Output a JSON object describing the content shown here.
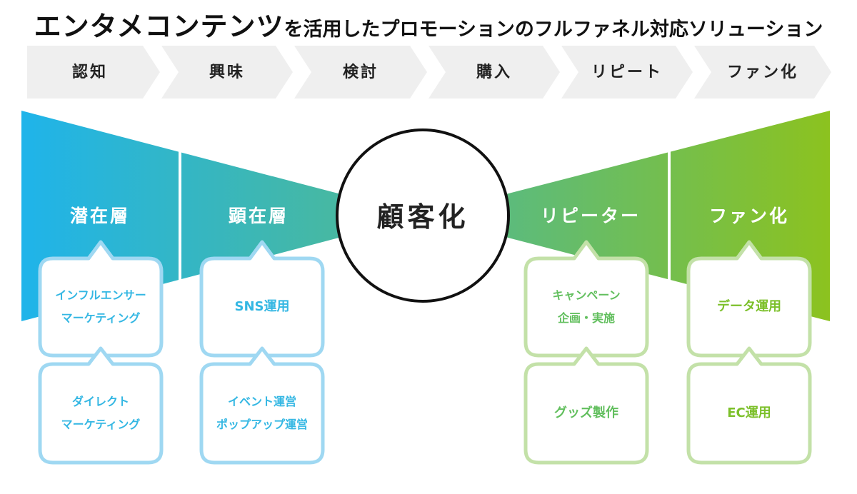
{
  "title": {
    "main": "エンタメコンテンツ",
    "rest": "を活用したプロモーションのフルファネル対応ソリューション"
  },
  "stages": [
    "認知",
    "興味",
    "検討",
    "購入",
    "リピート",
    "ファン化"
  ],
  "funnel": {
    "segments": [
      "潜在層",
      "顕在層",
      "リピーター",
      "ファン化"
    ],
    "center": "顧客化"
  },
  "solutions": {
    "latent": [
      {
        "lines": [
          "インフルエンサー",
          "マーケティング"
        ]
      },
      {
        "lines": [
          "ダイレクト",
          "マーケティング"
        ]
      }
    ],
    "manifest": [
      {
        "lines": [
          "SNS運用"
        ]
      },
      {
        "lines": [
          "イベント運営",
          "ポップアップ運営"
        ]
      }
    ],
    "repeater": [
      {
        "lines": [
          "キャンペーン",
          "企画・実施"
        ]
      },
      {
        "lines": [
          "グッズ製作"
        ]
      }
    ],
    "fan": [
      {
        "lines": [
          "データ運用"
        ]
      },
      {
        "lines": [
          "EC運用"
        ]
      }
    ]
  },
  "colors": {
    "stage_bg": "#efefef",
    "funnel_start": "#1fb4ea",
    "funnel_mid": "#48b8a0",
    "funnel_end": "#8cc21f",
    "bubble_blue": "#9fd8f2",
    "bubble_green": "#c3e1a8",
    "text_blue": "#34b7e3",
    "text_green": "#62bf5e",
    "text_lime": "#7cc02a"
  }
}
